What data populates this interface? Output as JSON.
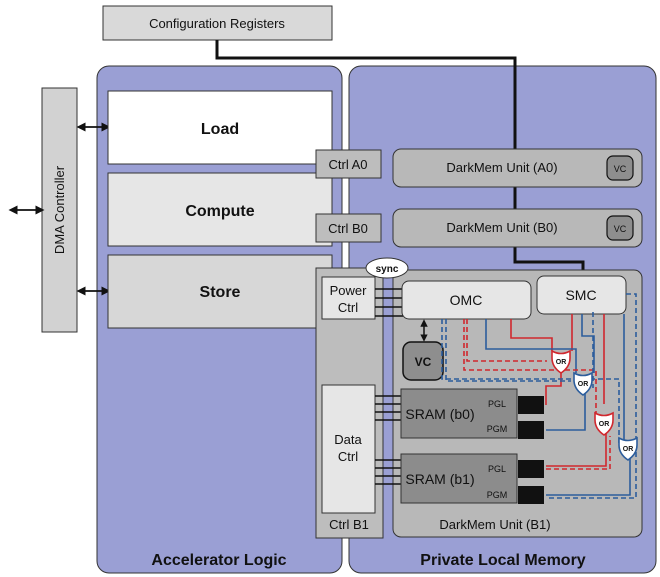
{
  "config": {
    "label": "Configuration Registers"
  },
  "dma": {
    "label": "DMA Controller"
  },
  "accelerator": {
    "title": "Accelerator Logic",
    "blocks": {
      "load": "Load",
      "compute": "Compute",
      "store": "Store"
    }
  },
  "plm": {
    "title": "Private Local Memory",
    "ctrl_a0": "Ctrl A0",
    "ctrl_b0": "Ctrl B0",
    "ctrl_b1": "Ctrl B1",
    "unit_a0": "DarkMem Unit (A0)",
    "unit_b0": "DarkMem Unit (B0)",
    "unit_b1": "DarkMem Unit (B1)",
    "vc": "VC",
    "sync": "sync",
    "power_ctrl_line1": "Power",
    "power_ctrl_line2": "Ctrl",
    "data_ctrl_line1": "Data",
    "data_ctrl_line2": "Ctrl",
    "omc": "OMC",
    "smc": "SMC",
    "sram_b0": "SRAM (b0)",
    "sram_b1": "SRAM (b1)",
    "pgl": "PGL",
    "pgm": "PGM",
    "or": "OR"
  },
  "colors": {
    "panel": "#9a9fd4",
    "gray_box": "#d0d0d0",
    "inner_gray": "#b5b5b5",
    "sram": "#8c8c8c",
    "red": "#d0282e",
    "blue": "#2c5d9c"
  }
}
